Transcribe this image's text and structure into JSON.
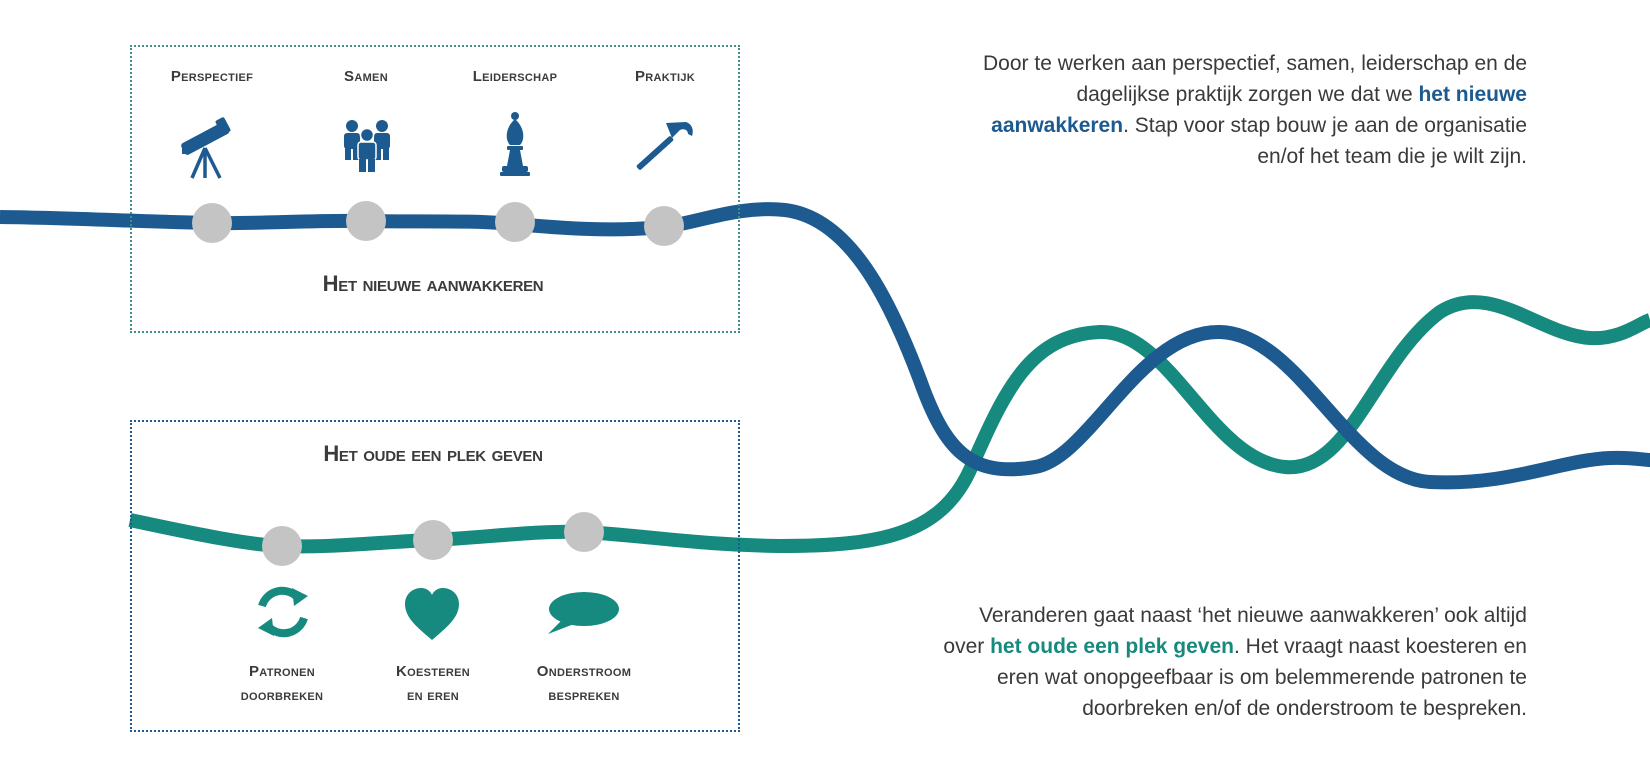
{
  "top_group": {
    "columns": [
      {
        "label": "Perspectief",
        "icon": "telescope-icon"
      },
      {
        "label": "Samen",
        "icon": "people-group-icon"
      },
      {
        "label": "Leiderschap",
        "icon": "chess-bishop-icon"
      },
      {
        "label": "Praktijk",
        "icon": "hammer-icon"
      }
    ],
    "title": "Het nieuwe aanwakkeren"
  },
  "bottom_group": {
    "title": "Het oude een plek geven",
    "columns": [
      {
        "line1": "Patronen",
        "line2": "doorbreken",
        "icon": "refresh-cycle-icon"
      },
      {
        "line1": "Koesteren",
        "line2": "en eren",
        "icon": "heart-icon"
      },
      {
        "line1": "Onderstroom",
        "line2": "bespreken",
        "icon": "speech-bubble-icon"
      }
    ]
  },
  "paragraph_top": {
    "line1": "Door te werken aan perspectief, samen, leiderschap en de",
    "line2_pre": "dagelijkse praktijk zorgen we dat we ",
    "line2_bold": "het nieuwe",
    "line3_bold": "aanwakkeren",
    "line3_post": ". Stap voor stap bouw je aan de organisatie",
    "line4": "en/of het team die je wilt zijn."
  },
  "paragraph_bottom": {
    "line1": "Veranderen gaat naast ‘het nieuwe aanwakkeren’ ook altijd",
    "line2_pre": "over ",
    "line2_bold": "het oude een plek geven",
    "line2_post": ". Het vraagt naast koesteren en",
    "line3": "eren wat onopgeefbaar is om belemmerende patronen te",
    "line4": "doorbreken en/of de onderstroom te bespreken."
  },
  "colors": {
    "blue": "#1d5a8f",
    "teal": "#168a7e",
    "marker": "#c4c4c4",
    "text": "#3a3a3a"
  }
}
